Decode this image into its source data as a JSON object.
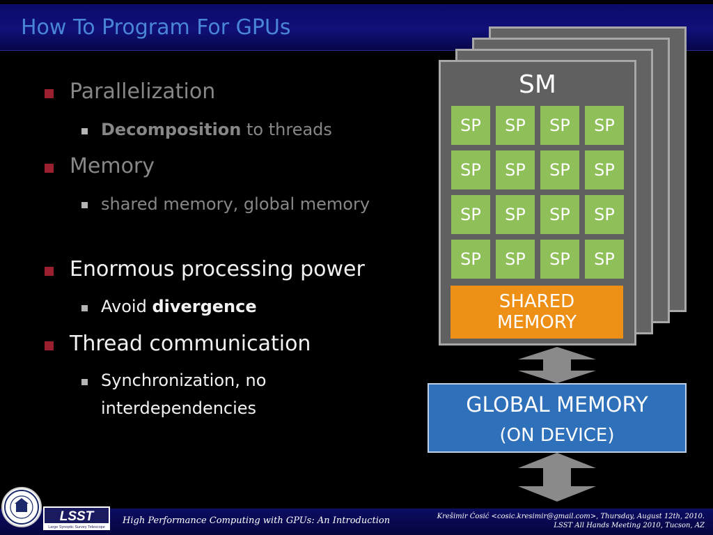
{
  "title": "How To Program For GPUs",
  "bullets": [
    {
      "label": "Parallelization",
      "sub": [
        {
          "bold": "Decomposition",
          "rest": " to threads"
        }
      ]
    },
    {
      "label": "Memory",
      "sub": [
        {
          "text": "shared memory, global memory"
        }
      ]
    },
    {
      "label": "Enormous processing power",
      "sub": [
        {
          "text": "Avoid ",
          "bold": "divergence"
        }
      ]
    },
    {
      "label": "Thread communication",
      "sub": [
        {
          "line1": "Synchronization, no",
          "line2": "interdependencies"
        }
      ]
    }
  ],
  "diagram": {
    "sm_label": "SM",
    "sp_label": "SP",
    "shared_line1": "SHARED",
    "shared_line2": "MEMORY",
    "global_line1": "GLOBAL MEMORY",
    "global_line2": "(ON DEVICE)"
  },
  "footer": {
    "left": "High Performance Computing with GPUs: An Introduction",
    "right_line1": "Krešimir Ćosić <cosic.kresimir@gmail.com>, Thursday, August 12th, 2010.",
    "right_line2": "LSST All Hands Meeting 2010, Tucson, AZ",
    "logo_text": "LSST",
    "logo_subtitle": "Large Synoptic Survey Telescope"
  },
  "colors": {
    "title": "#4a86d8",
    "bullet_square": "#9a2030",
    "sp_green": "#8fbf59",
    "shared_orange": "#ee8f16",
    "global_blue": "#2f70ba"
  }
}
